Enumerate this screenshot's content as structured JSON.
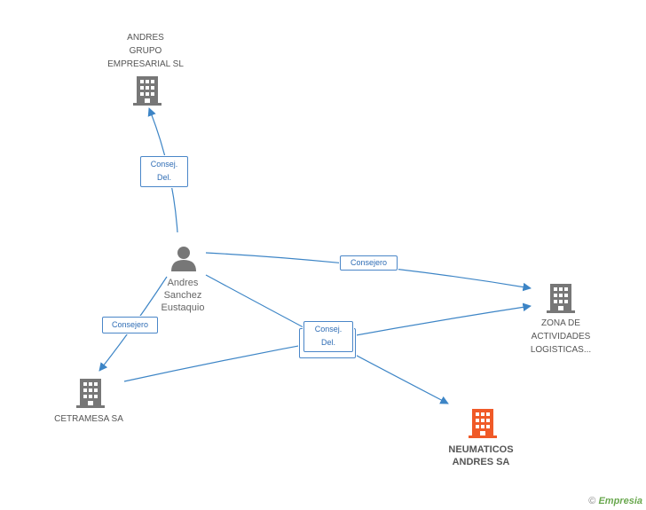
{
  "colors": {
    "edge": "#3d85c6",
    "node": "#777777",
    "highlight": "#f05a28"
  },
  "nodes": {
    "andres_grupo": {
      "label": "ANDRES\nGRUPO\nEMPRESARIAL SL",
      "icon": "building-icon"
    },
    "person": {
      "label": "Andres\nSanchez\nEustaquio",
      "icon": "person-icon"
    },
    "zona": {
      "label": "ZONA DE\nACTIVIDADES\nLOGISTICAS...",
      "icon": "building-icon"
    },
    "cetramesa": {
      "label": "CETRAMESA SA",
      "icon": "building-icon"
    },
    "neumaticos": {
      "label": "NEUMATICOS\nANDRES SA",
      "icon": "building-icon"
    }
  },
  "edges": {
    "to_grupo": "Consej.\nDel.",
    "to_zona": "Consejero",
    "to_cetramesa": "Consejero",
    "center_back": "Consej.",
    "center_front": "Consej.\nDel."
  },
  "watermark": {
    "copyright": "©",
    "brand": "Empresia"
  }
}
